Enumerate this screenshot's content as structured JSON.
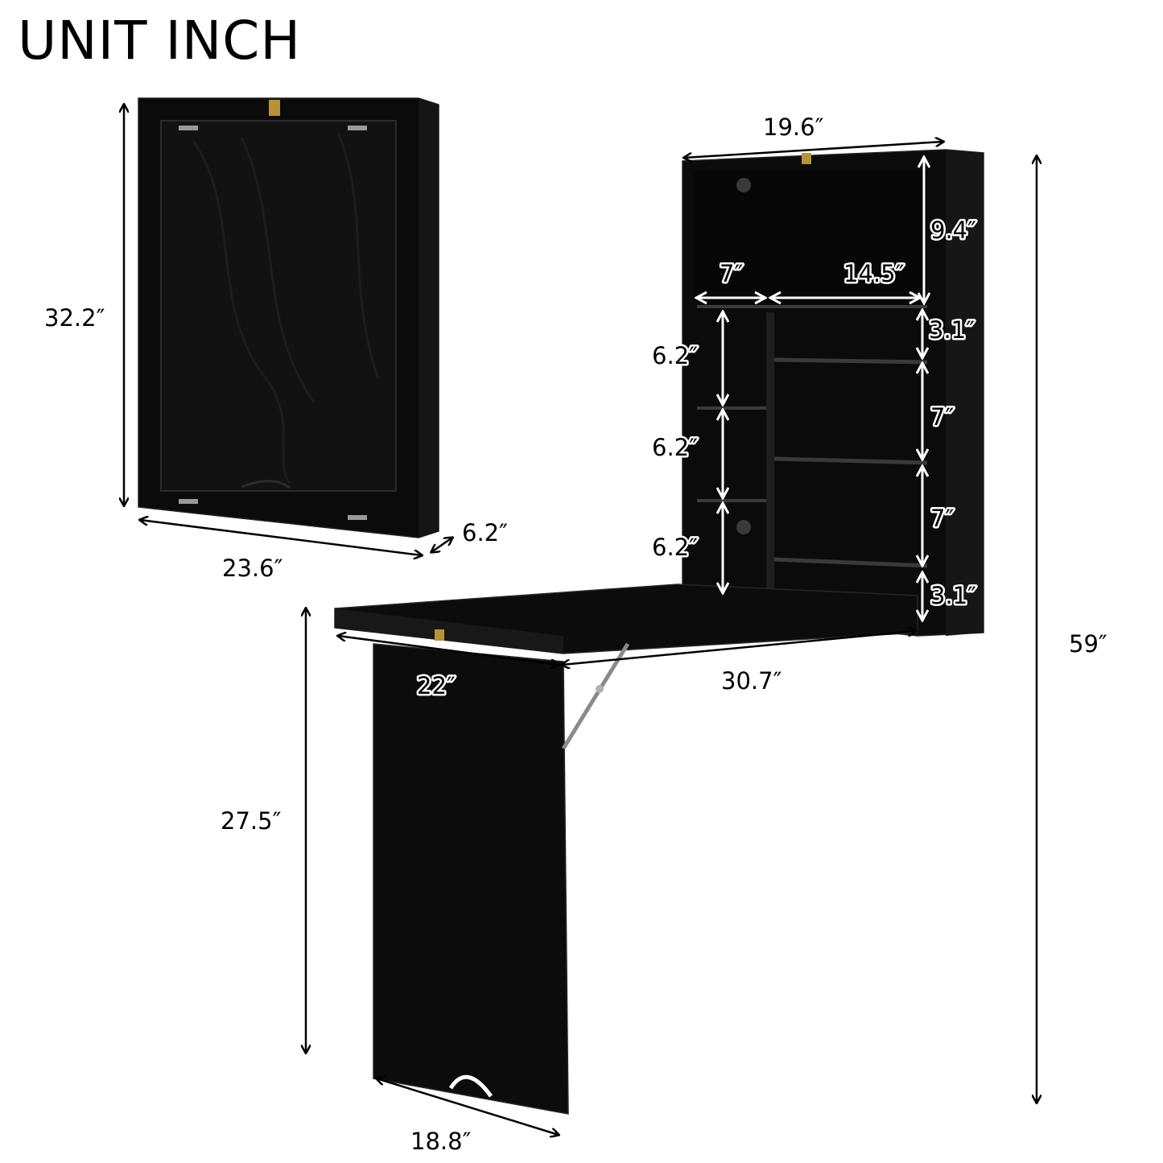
{
  "title": "UNIT INCH",
  "colors": {
    "furniture": "#0d0d0d",
    "furniture_edge": "#2a2a2a",
    "background": "#ffffff",
    "hinge": "#9a9a9a",
    "latch": "#b8923a"
  },
  "folded": {
    "height": "32.2″",
    "width": "23.6″",
    "depth": "6.2″"
  },
  "unfolded": {
    "top_width": "19.6″",
    "top_shelf_height": "9.4″",
    "left_compartment_width": "7″",
    "right_compartment_width": "14.5″",
    "left_compartments": [
      "6.2″",
      "6.2″",
      "6.2″"
    ],
    "right_gap_top": "3.1″",
    "right_shelves": [
      "7″",
      "7″"
    ],
    "right_gap_bottom": "3.1″",
    "desk_depth": "22″",
    "desk_width": "30.7″",
    "leg_height": "27.5″",
    "leg_width": "18.8″",
    "total_height": "59″"
  }
}
